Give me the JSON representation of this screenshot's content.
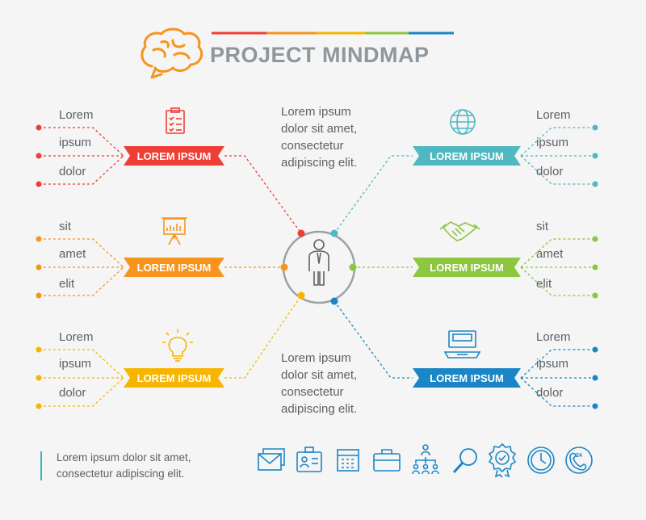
{
  "header": {
    "title": "PROJECT MINDMAP"
  },
  "colors": {
    "red": "#ef3e36",
    "orange": "#f7941d",
    "yellow": "#f7b500",
    "teal": "#4fb8c0",
    "green": "#8dc63f",
    "blue": "#1b86c6",
    "gray": "#9aa2a8",
    "text": "#5d6166"
  },
  "center": {
    "icon": "businessman-icon"
  },
  "notes": {
    "top": [
      "Lorem ipsum",
      "dolor sit amet,",
      "consectetur",
      "adipiscing elit."
    ],
    "bottom": [
      "Lorem ipsum",
      "dolor sit amet,",
      "consectetur",
      "adipiscing elit."
    ]
  },
  "branches": [
    {
      "id": "left-top",
      "banner": "LOREM IPSUM",
      "color": "#ef3e36",
      "icon": "clipboard-checklist-icon",
      "items": [
        "Lorem",
        "ipsum",
        "dolor"
      ]
    },
    {
      "id": "left-middle",
      "banner": "LOREM IPSUM",
      "color": "#f7941d",
      "icon": "presentation-board-icon",
      "items": [
        "sit",
        "amet",
        "elit"
      ]
    },
    {
      "id": "left-bottom",
      "banner": "LOREM IPSUM",
      "color": "#f7b500",
      "icon": "lightbulb-icon",
      "items": [
        "Lorem",
        "ipsum",
        "dolor"
      ]
    },
    {
      "id": "right-top",
      "banner": "LOREM IPSUM",
      "color": "#4fb8c0",
      "icon": "globe-icon",
      "items": [
        "Lorem",
        "ipsum",
        "dolor"
      ]
    },
    {
      "id": "right-middle",
      "banner": "LOREM IPSUM",
      "color": "#8dc63f",
      "icon": "handshake-icon",
      "items": [
        "sit",
        "amet",
        "elit"
      ]
    },
    {
      "id": "right-bottom",
      "banner": "LOREM IPSUM",
      "color": "#1b86c6",
      "icon": "laptop-icon",
      "items": [
        "Lorem",
        "ipsum",
        "dolor"
      ]
    }
  ],
  "footer": {
    "lines": [
      "Lorem ipsum dolor sit amet,",
      "consectetur adipiscing elit."
    ],
    "icons": [
      "envelopes-icon",
      "id-badge-icon",
      "calendar-icon",
      "briefcase-icon",
      "team-hierarchy-icon",
      "magnifier-icon",
      "award-badge-icon",
      "clock-icon",
      "support-24-icon"
    ]
  }
}
